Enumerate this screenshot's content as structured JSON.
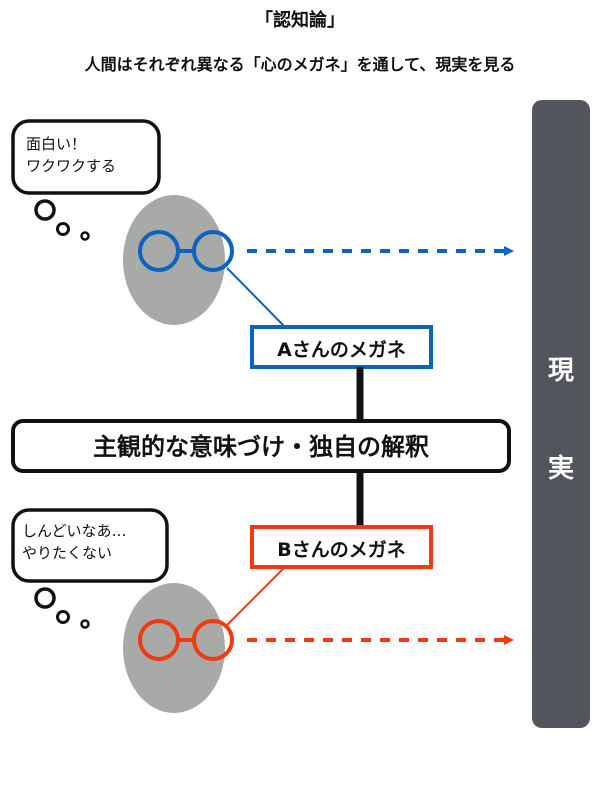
{
  "title": "「認知論」",
  "subtitle": "人間はそれぞれ異なる「心のメガネ」を通して、現実を見る",
  "person_a": {
    "thought_line1": "面白い！",
    "thought_line2": "ワクワクする",
    "glasses_label": "Aさんのメガネ",
    "color": "#0a64c0"
  },
  "person_b": {
    "thought_line1": "しんどいなあ…",
    "thought_line2": "やりたくない",
    "glasses_label": "Bさんのメガネ",
    "color": "#f03a12"
  },
  "center_label": "主観的な意味づけ・独自の解釈",
  "reality": {
    "char1": "現",
    "char2": "実",
    "color": "#52555c"
  },
  "head_color": "#a8aaa8"
}
